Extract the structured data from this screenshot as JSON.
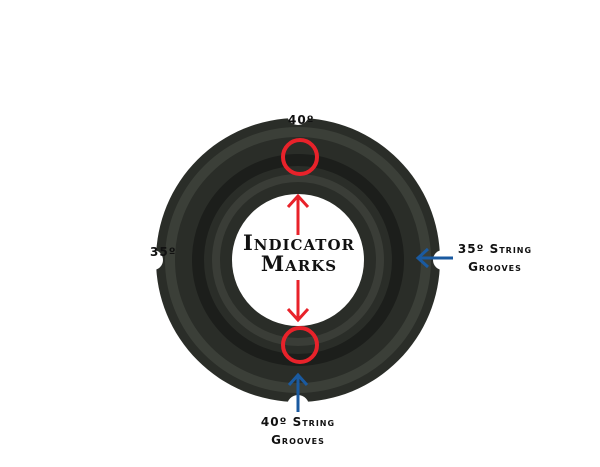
{
  "labels": {
    "top_angle": "40º",
    "left_angle": "35º",
    "right_grooves_line1": "35º String",
    "right_grooves_line2": "Grooves",
    "bottom_grooves_line1": "40º String",
    "bottom_grooves_line2": "Grooves",
    "center_line1": "Indicator",
    "center_line2": "Marks"
  },
  "colors": {
    "indicator": "#e8222a",
    "grooves_arrow": "#1a5aa0",
    "sight_body": "#2a2d28"
  }
}
